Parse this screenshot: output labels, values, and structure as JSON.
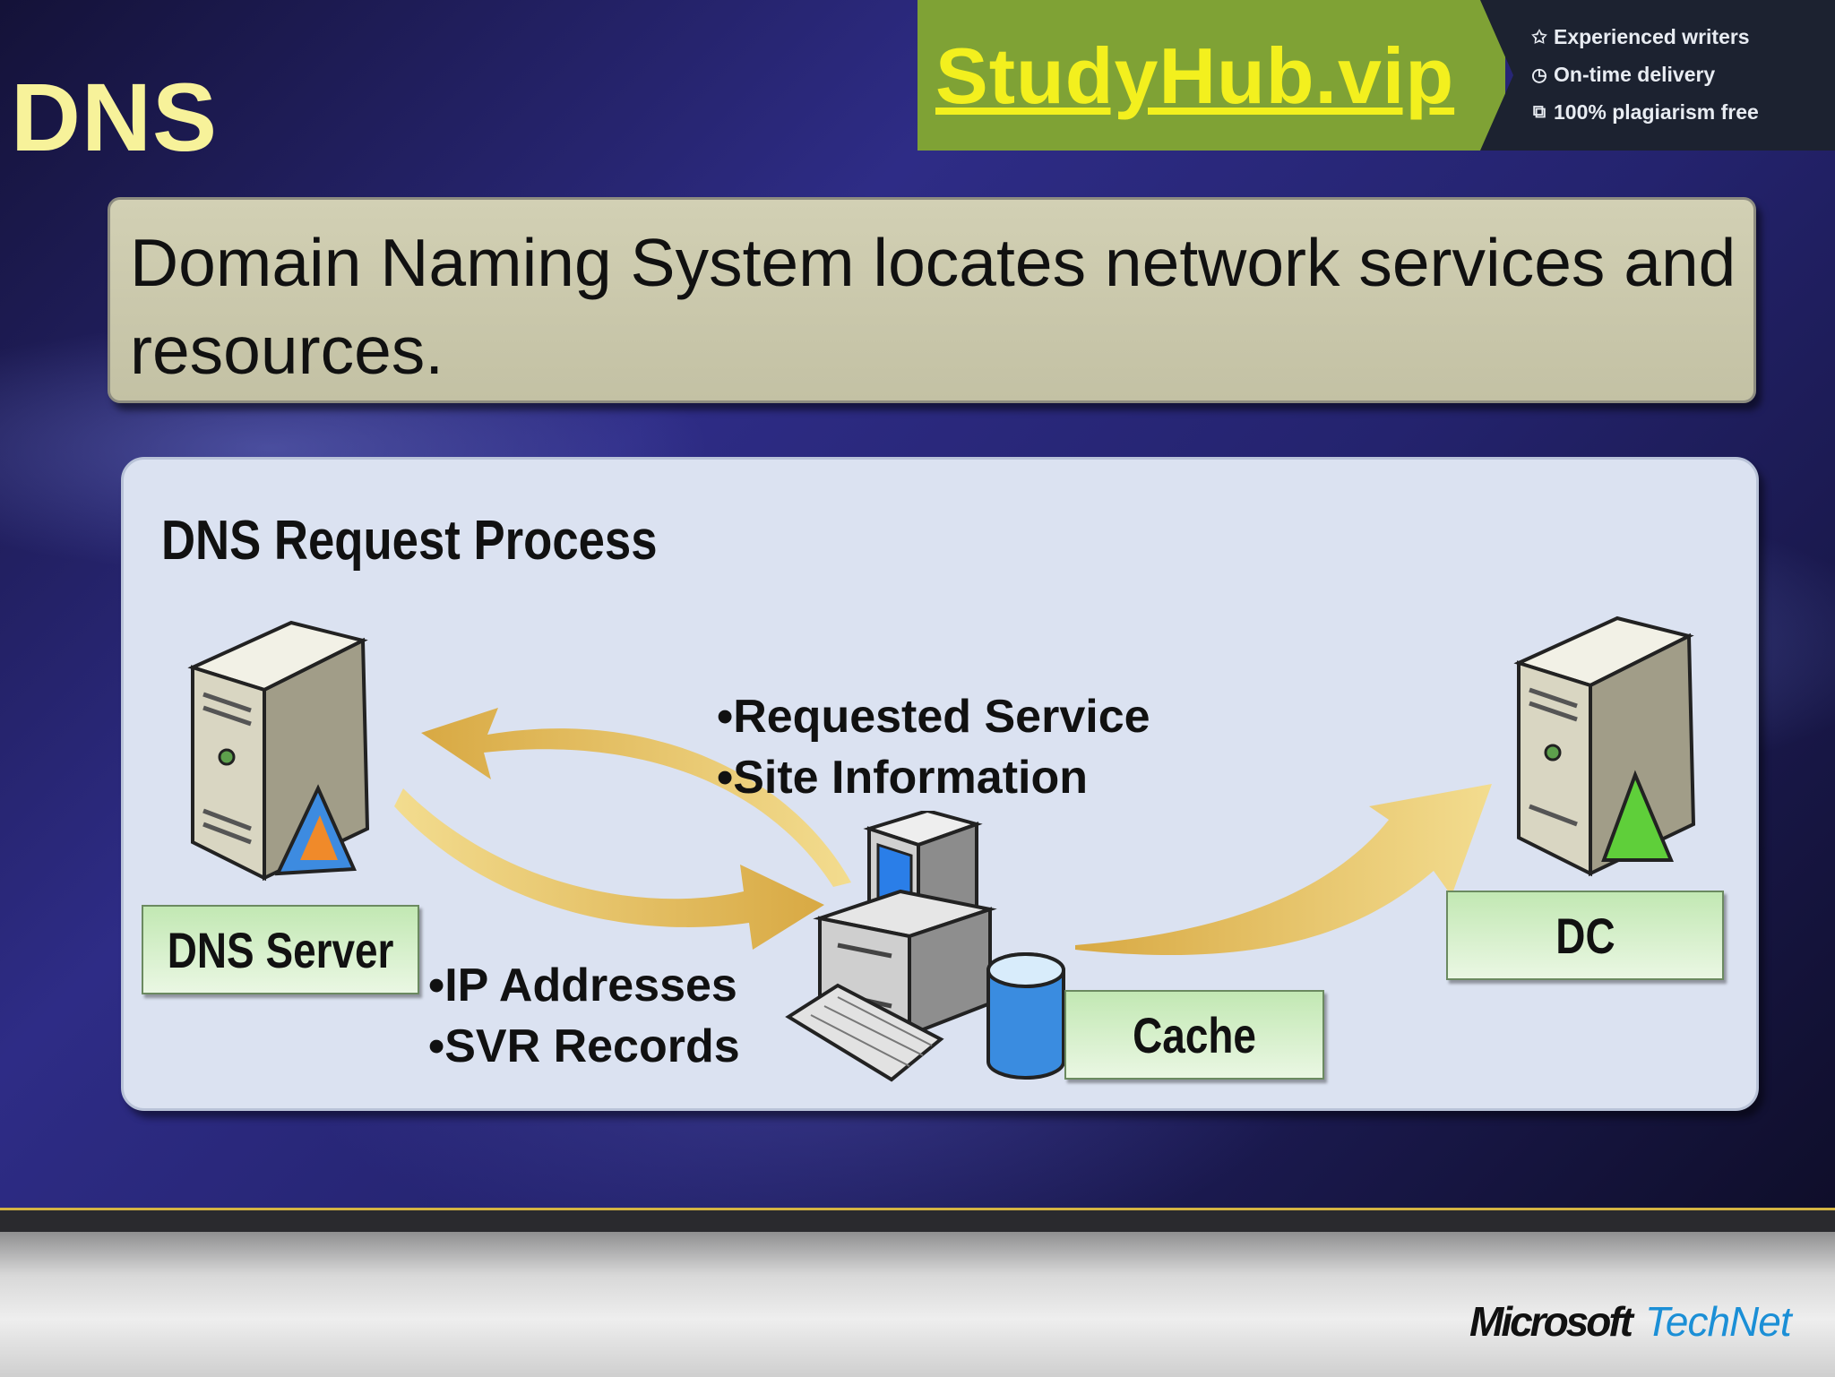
{
  "slide": {
    "title": "DNS",
    "definition": "Domain Naming System locates network services and resources."
  },
  "ad": {
    "brand": "StudyHub.vip",
    "features": [
      {
        "icon": "star-icon",
        "glyph": "✩",
        "text": "Experienced writers"
      },
      {
        "icon": "clock-icon",
        "glyph": "◷",
        "text": "On-time delivery"
      },
      {
        "icon": "copy-icon",
        "glyph": "⧉",
        "text": "100% plagiarism free"
      }
    ]
  },
  "diagram": {
    "title": "DNS Request Process",
    "nodes": {
      "dns_server": "DNS Server",
      "dc": "DC",
      "cache": "Cache"
    },
    "request_items": [
      "•Requested Service",
      "•Site Information"
    ],
    "response_items": [
      "•IP Addresses",
      "•SVR Records"
    ]
  },
  "footer": {
    "logo_microsoft": "Microsoft",
    "logo_technet": "TechNet"
  },
  "colors": {
    "title": "#f7f29a",
    "ad_green": "#7fa235",
    "ad_brand": "#f3f01e",
    "label_green": "#c2e8b3",
    "arrow_gold": "#e8c25a",
    "technet_blue": "#1b8fd6"
  }
}
